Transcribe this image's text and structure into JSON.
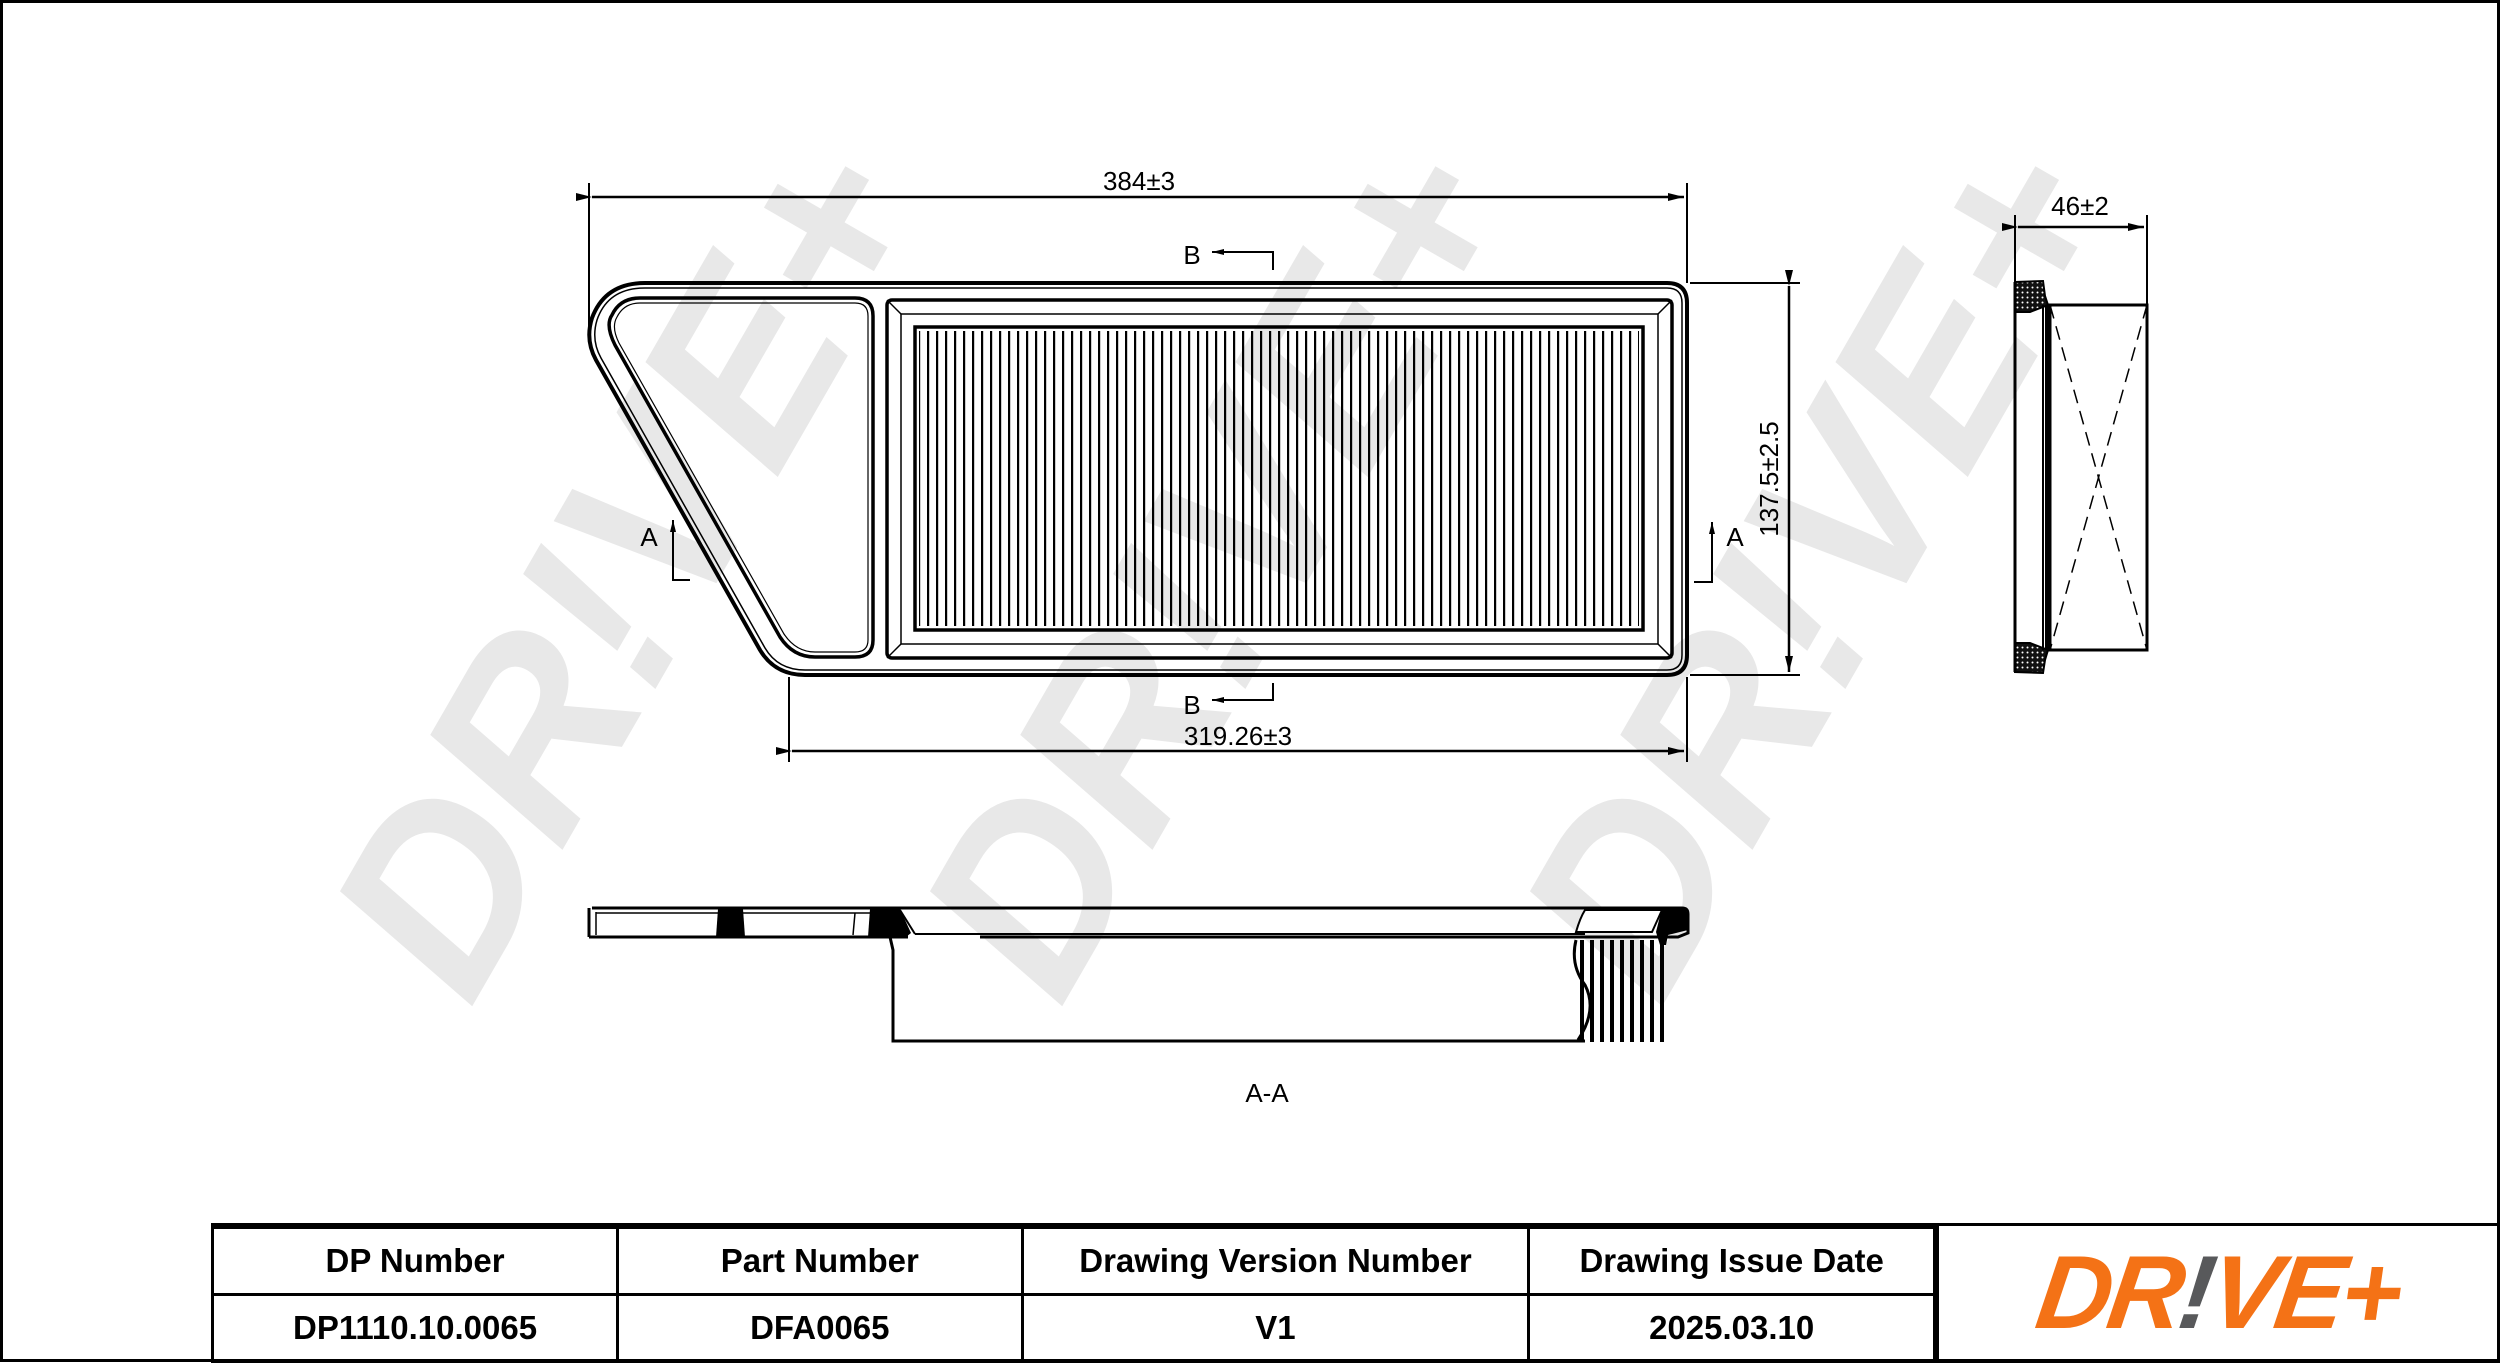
{
  "drawing": {
    "dimensions": {
      "overall_length": "384±3",
      "inner_length": "319.26±3",
      "width": "137.5±2.5",
      "height": "46±2"
    },
    "section_markers": {
      "b_top": "B",
      "b_bottom": "B",
      "a_left": "A",
      "a_right": "A"
    },
    "section_view_label": "A-A",
    "watermark": "DR!VE+"
  },
  "title_block": {
    "headers": [
      "DP Number",
      "Part Number",
      "Drawing Version Number",
      "Drawing Issue Date"
    ],
    "values": [
      "DP1110.10.0065",
      "DFA0065",
      "V1",
      "2025.03.10"
    ]
  },
  "logo": {
    "part1": "DR",
    "part2": "!",
    "part3": "VE+",
    "colors": {
      "primary": "#f47216",
      "accent": "#58595b"
    }
  }
}
